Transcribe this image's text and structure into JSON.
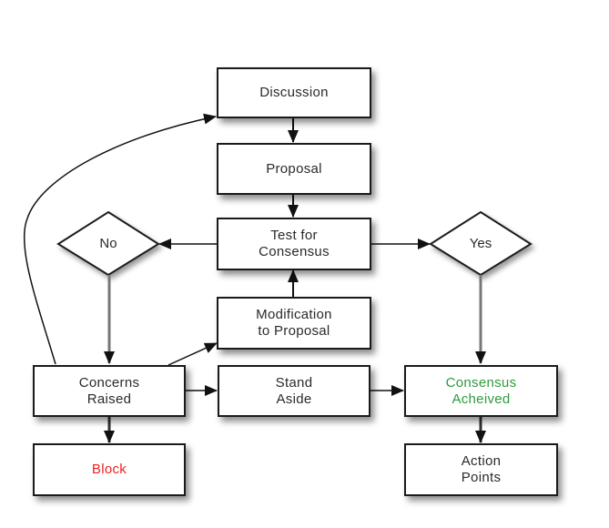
{
  "diagram": {
    "nodes": {
      "discussion": {
        "label": "Discussion"
      },
      "proposal": {
        "label": "Proposal"
      },
      "test": {
        "label": "Test for\nConsensus"
      },
      "no": {
        "label": "No"
      },
      "yes": {
        "label": "Yes"
      },
      "modification": {
        "label": "Modification\nto Proposal"
      },
      "concerns": {
        "label": "Concerns\nRaised"
      },
      "stand_aside": {
        "label": "Stand\nAside"
      },
      "achieved": {
        "label": "Consensus\nAcheived",
        "color": "#2e9a3e"
      },
      "block": {
        "label": "Block",
        "color": "#ee2222"
      },
      "action": {
        "label": "Action\nPoints"
      }
    },
    "edges": [
      {
        "from": "discussion",
        "to": "proposal"
      },
      {
        "from": "proposal",
        "to": "test"
      },
      {
        "from": "test",
        "to": "no"
      },
      {
        "from": "test",
        "to": "yes"
      },
      {
        "from": "modification",
        "to": "test"
      },
      {
        "from": "no",
        "to": "concerns"
      },
      {
        "from": "yes",
        "to": "achieved"
      },
      {
        "from": "concerns",
        "to": "modification"
      },
      {
        "from": "concerns",
        "to": "stand_aside"
      },
      {
        "from": "stand_aside",
        "to": "achieved"
      },
      {
        "from": "concerns",
        "to": "block"
      },
      {
        "from": "achieved",
        "to": "action"
      },
      {
        "from": "concerns",
        "to": "discussion"
      }
    ],
    "colors": {
      "line": "#111111",
      "decision_line": "#777777",
      "text": "#2a2a2a"
    }
  }
}
